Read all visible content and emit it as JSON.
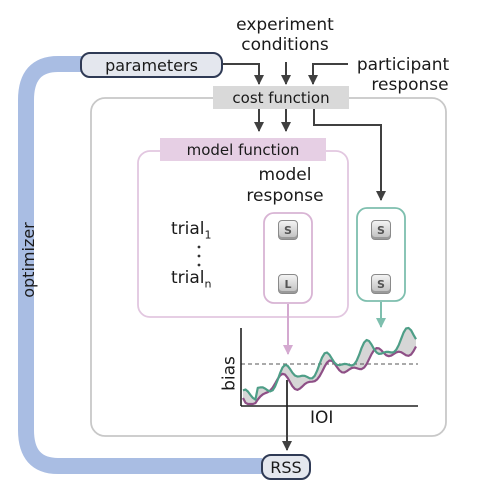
{
  "labels": {
    "experiment_conditions_line1": "experiment",
    "experiment_conditions_line2": "conditions",
    "participant_response_line1": "participant",
    "participant_response_line2": "response",
    "parameters": "parameters",
    "cost_function": "cost function",
    "model_function": "model function",
    "model_response_line1": "model",
    "model_response_line2": "response",
    "optimizer": "optimizer",
    "trial": "trial",
    "trial_first_subscript": "1",
    "trial_last_subscript": "n",
    "rss": "RSS"
  },
  "model_responses": [
    "S",
    "L"
  ],
  "participant_responses": [
    "S",
    "S"
  ],
  "plot": {
    "ylabel": "bias",
    "xlabel": "IOI"
  },
  "colors": {
    "optimizer_band": "#a9bde3",
    "node_fill": "#e4e7ee",
    "node_border": "#2f3a55",
    "cost_fill": "#d9d9d9",
    "model_fill": "#e6cfe4",
    "model_color": "#cfa9cc",
    "participant_color": "#6fae9d",
    "model_line": "#8e4f86",
    "participant_line": "#4e9e87",
    "outer_box": "#c8c8c8",
    "arrow": "#404040"
  }
}
